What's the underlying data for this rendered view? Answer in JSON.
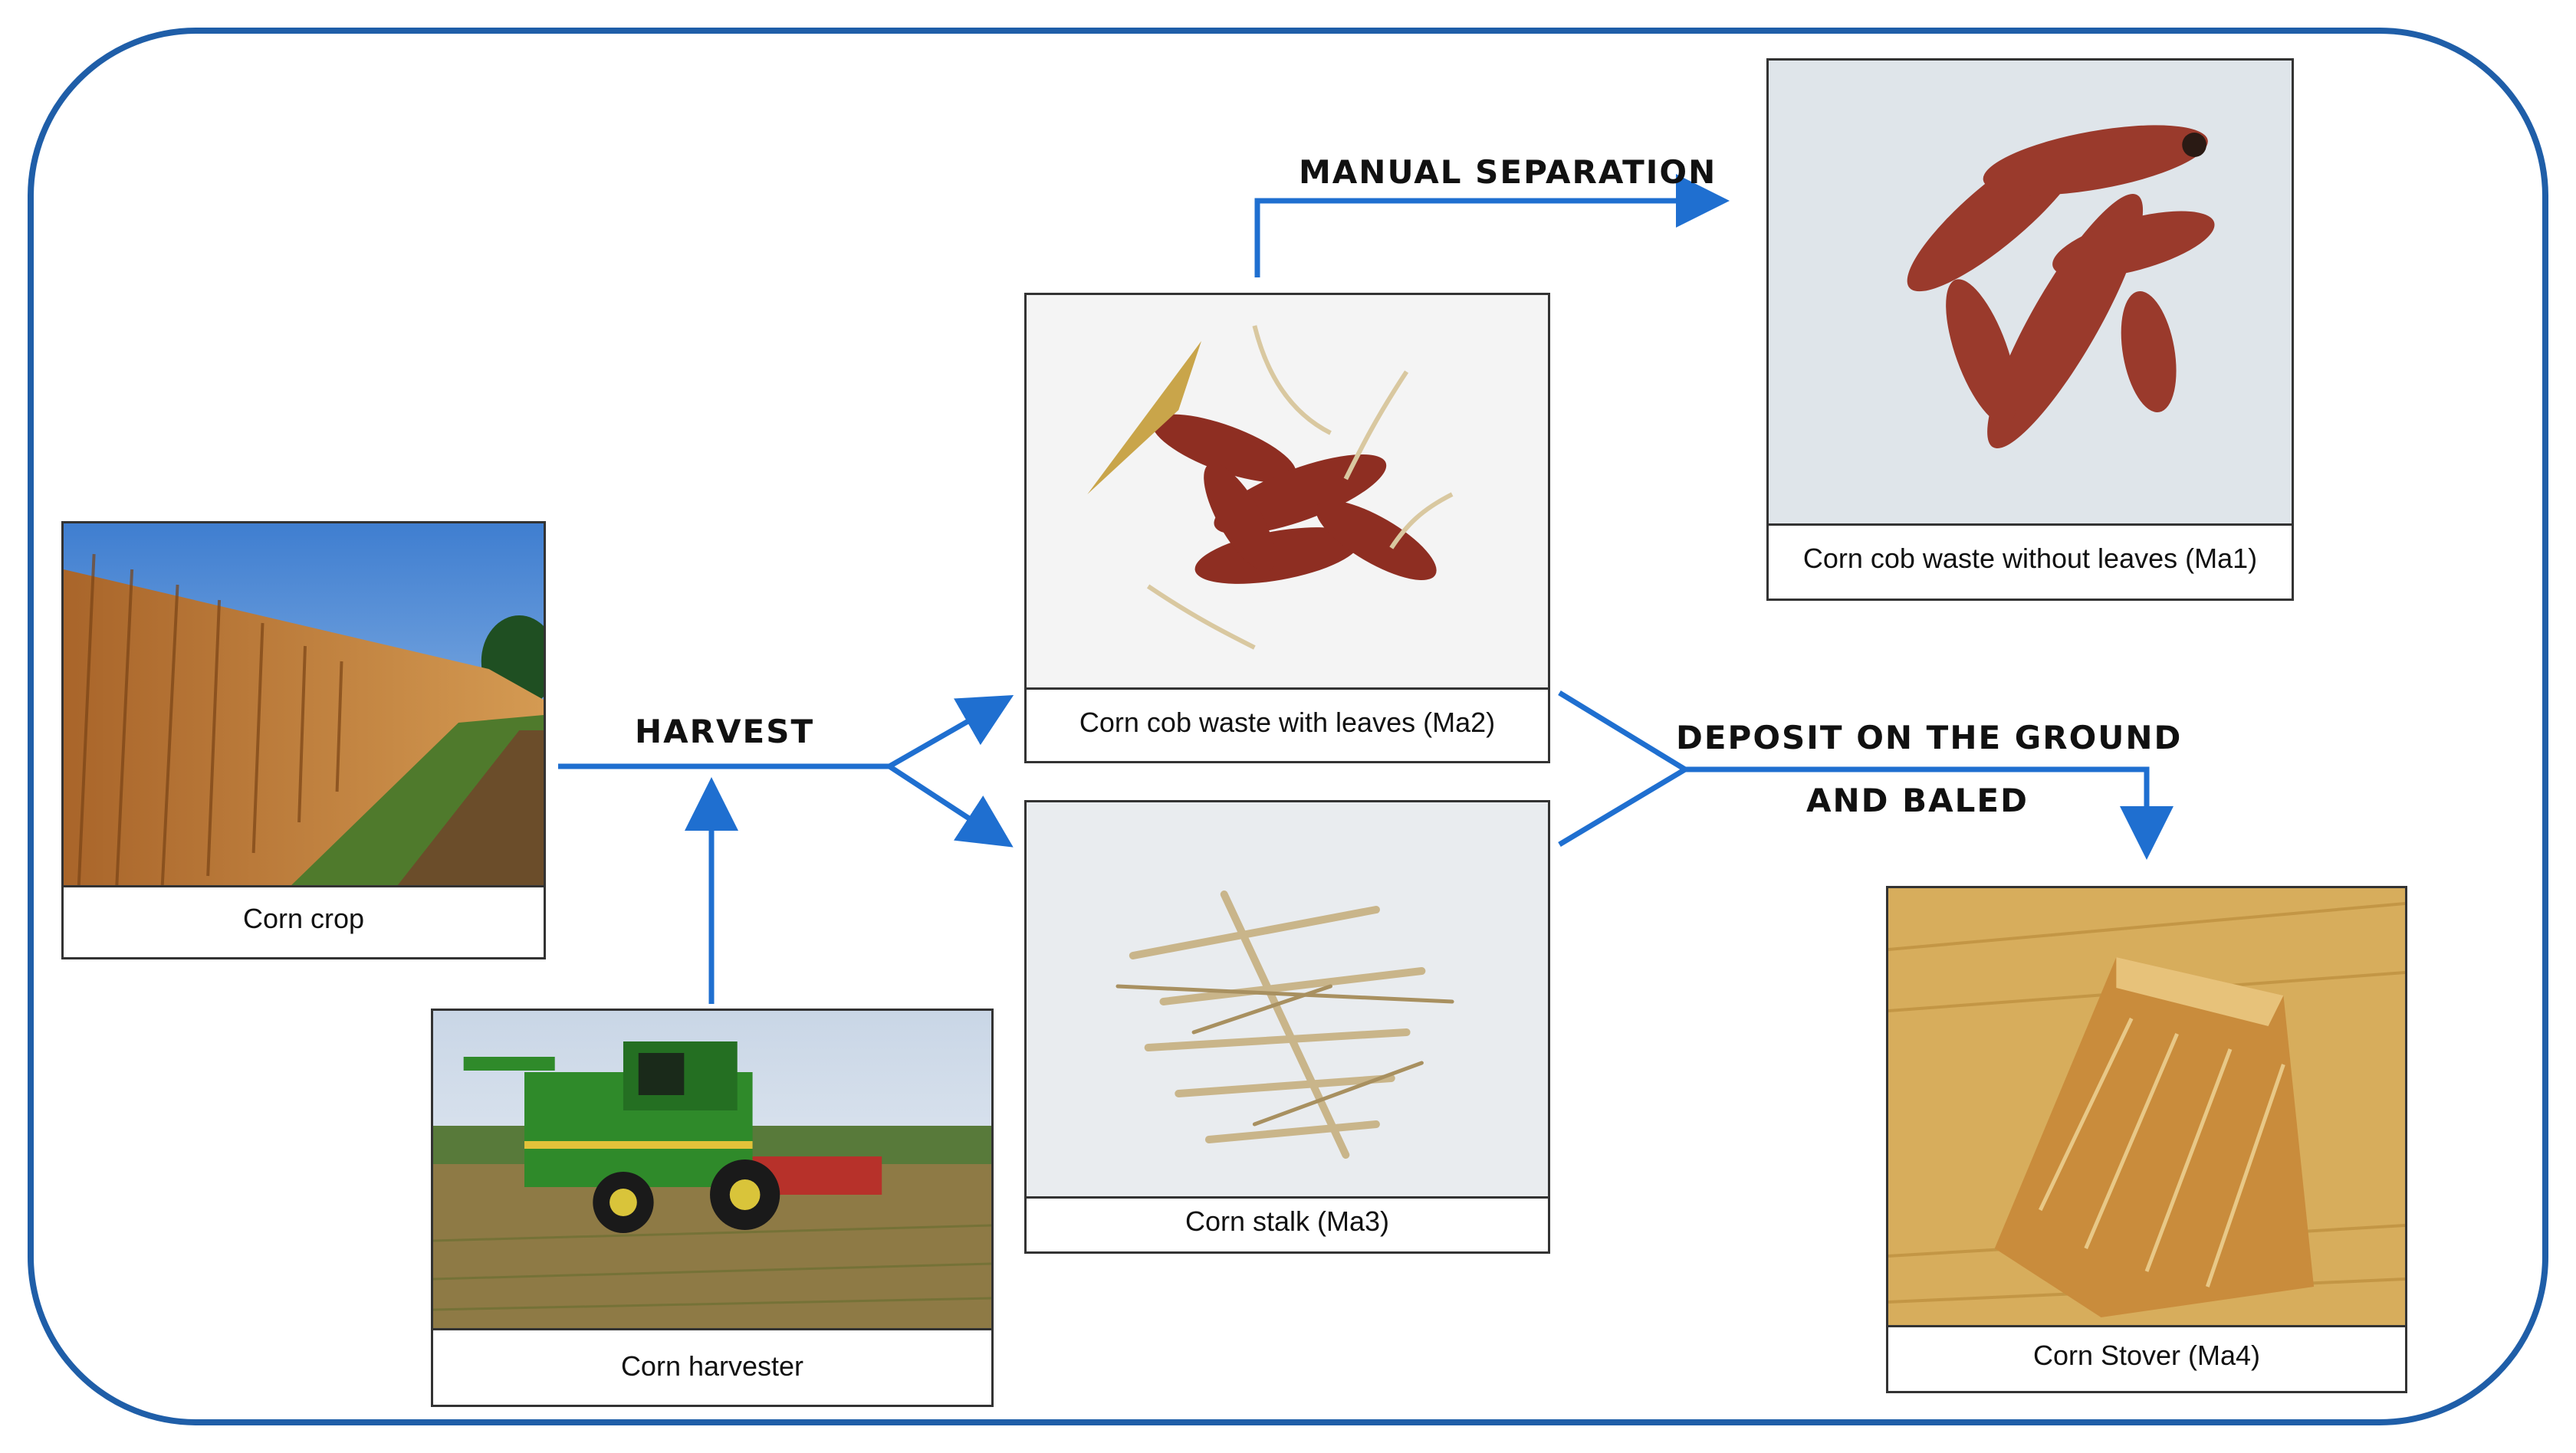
{
  "nodes": {
    "corn_crop": {
      "caption": "Corn crop"
    },
    "corn_harvester": {
      "caption": "Corn harvester"
    },
    "ma2": {
      "caption": "Corn cob waste with leaves (Ma2)"
    },
    "ma3": {
      "caption": "Corn stalk (Ma3)"
    },
    "ma1": {
      "caption": "Corn cob waste without leaves (Ma1)"
    },
    "ma4": {
      "caption": "Corn Stover (Ma4)"
    }
  },
  "edges": {
    "harvest": "HARVEST",
    "manual_separation": "MANUAL SEPARATION",
    "deposit_line1": "DEPOSIT ON THE GROUND",
    "deposit_line2": "AND BALED"
  },
  "colors": {
    "arrow": "#1f6fd0",
    "frame": "#1f5ea8"
  }
}
